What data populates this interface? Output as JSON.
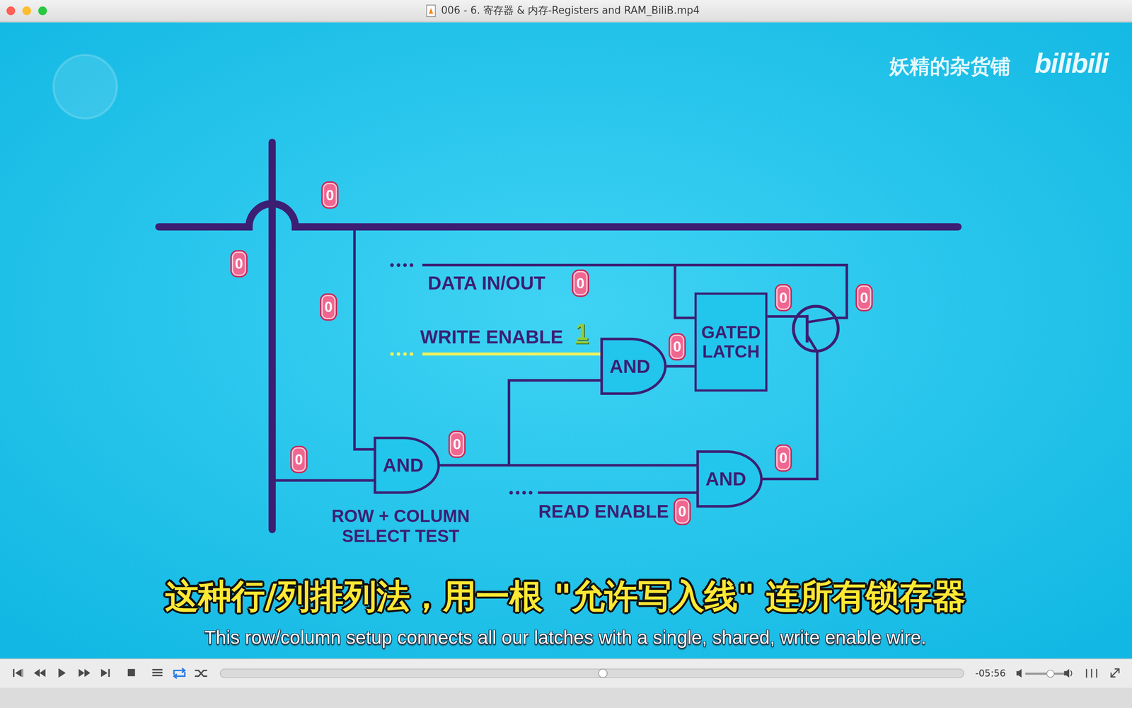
{
  "diagram": {
    "nodes": [
      {
        "text": [
          "GATED LATCH"
        ]
      },
      {
        "text": [
          "AND"
        ]
      },
      {
        "text": [
          "AND"
        ]
      },
      {
        "text": [
          "AND"
        ]
      }
    ],
    "edges": [
      {
        "from": 2,
        "to": 1,
        "arrow": "none"
      },
      {
        "from": 2,
        "to": 3,
        "arrow": "none"
      },
      {
        "from": 1,
        "to": 0,
        "arrow": "none"
      }
    ],
    "labels": [
      "006 - 6. 寄存器 & 内存-Registers and RAM_BiliB.mp4",
      "妖精的杂货铺",
      "bilibili",
      "DATA IN/OUT",
      "WRITE ENABLE",
      "1",
      "READ ENABLE",
      "ROW + COLUMN SELECT TEST",
      "0",
      "0",
      "0",
      "0",
      "0",
      "0",
      "0",
      "0",
      "0",
      "0",
      "0",
      "这种行/列排列法，用一根 \"允许写入线\" 连所有锁存器",
      "This row/column setup connects all our latches with a single, shared, write enable wire.",
      "-05:56"
    ]
  }
}
